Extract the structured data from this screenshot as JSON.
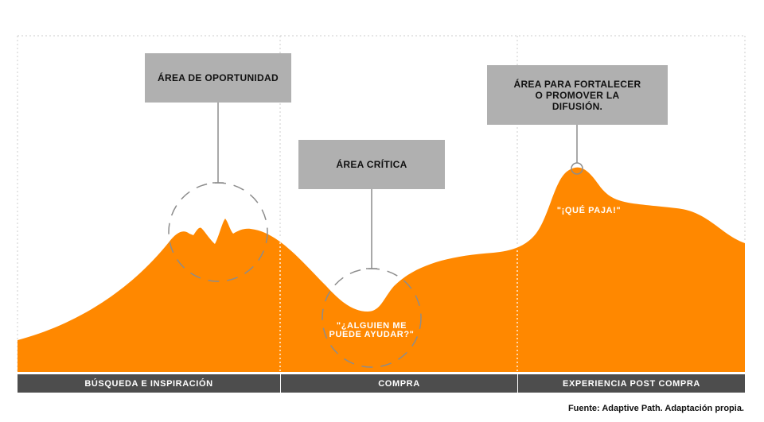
{
  "colors": {
    "curve": "#ff8800",
    "box": "#b0b0b0",
    "bar": "#4d4d4d"
  },
  "callouts": {
    "opportunity": "ÁREA DE OPORTUNIDAD",
    "critical": "ÁREA CRÍTICA",
    "strengthen": "ÁREA PARA FORTALECER O PROMOVER LA DIFUSIÓN."
  },
  "quotes": {
    "help": "\"¿ALGUIEN ME PUEDE AYUDAR?\"",
    "great": "\"¡QUÉ PAJA!\""
  },
  "stages": [
    "BÚSQUEDA E INSPIRACIÓN",
    "COMPRA",
    "EXPERIENCIA POST COMPRA"
  ],
  "source": "Fuente: Adaptive Path. Adaptación propia."
}
